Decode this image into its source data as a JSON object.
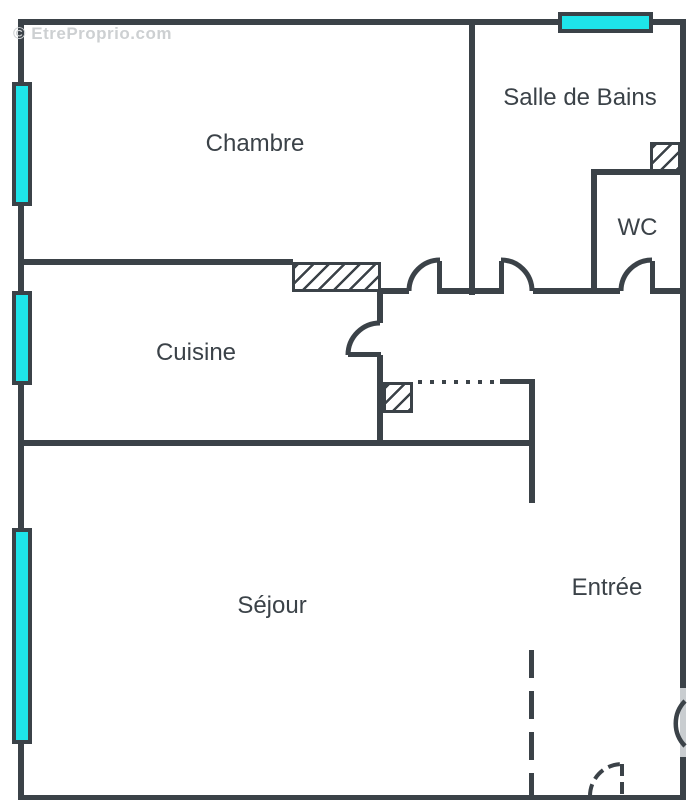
{
  "watermark": {
    "text": "© EtreProprio.com"
  },
  "rooms": {
    "chambre": {
      "label": "Chambre"
    },
    "salle_de_bains": {
      "label": "Salle de Bains"
    },
    "wc": {
      "label": "WC"
    },
    "cuisine": {
      "label": "Cuisine"
    },
    "sejour": {
      "label": "Séjour"
    },
    "entree": {
      "label": "Entrée"
    }
  },
  "colors": {
    "wall": "#3b4248",
    "window": "#1ee4ea",
    "text": "#3b4248",
    "watermark": "#cdd0d2",
    "wall_gap": "#c9cdd0",
    "background": "#ffffff"
  }
}
